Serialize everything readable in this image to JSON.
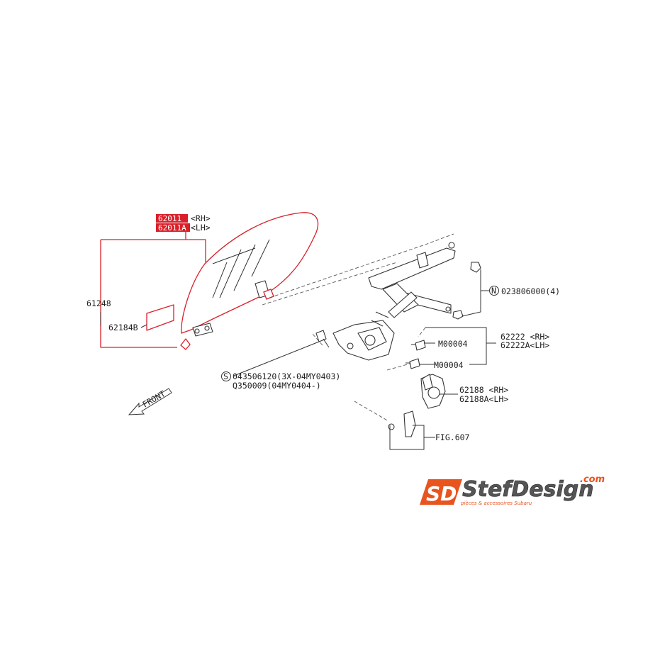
{
  "colors": {
    "highlight": "#d9202a",
    "line": "#333333",
    "logo_orange": "#e8531e",
    "logo_grey": "#555555"
  },
  "labels": {
    "glass_rh_code": "62011",
    "glass_rh_side": "<RH>",
    "glass_lh_code": "62011A",
    "glass_lh_side": "<LH>",
    "glass_assy": "61248",
    "glass_seal": "62184B",
    "nut": "023806000(4)",
    "nut_marker": "N",
    "bolt_upper": "M00004",
    "bolt_lower": "M00004",
    "regulator_rh": "62222 <RH>",
    "regulator_lh": "62222A<LH>",
    "screw_marker": "S",
    "screw_1": "043506120(3X-04MY0403)",
    "screw_2": "Q350009(04MY0404-)",
    "motor_rh": "62188 <RH>",
    "motor_lh": "62188A<LH>",
    "fig_ref": "FIG.607",
    "front": "FRONT"
  },
  "logo": {
    "badge": "SD",
    "name": "StefDesign",
    "domain": ".com",
    "tagline": "pièces & accessoires Subaru"
  }
}
